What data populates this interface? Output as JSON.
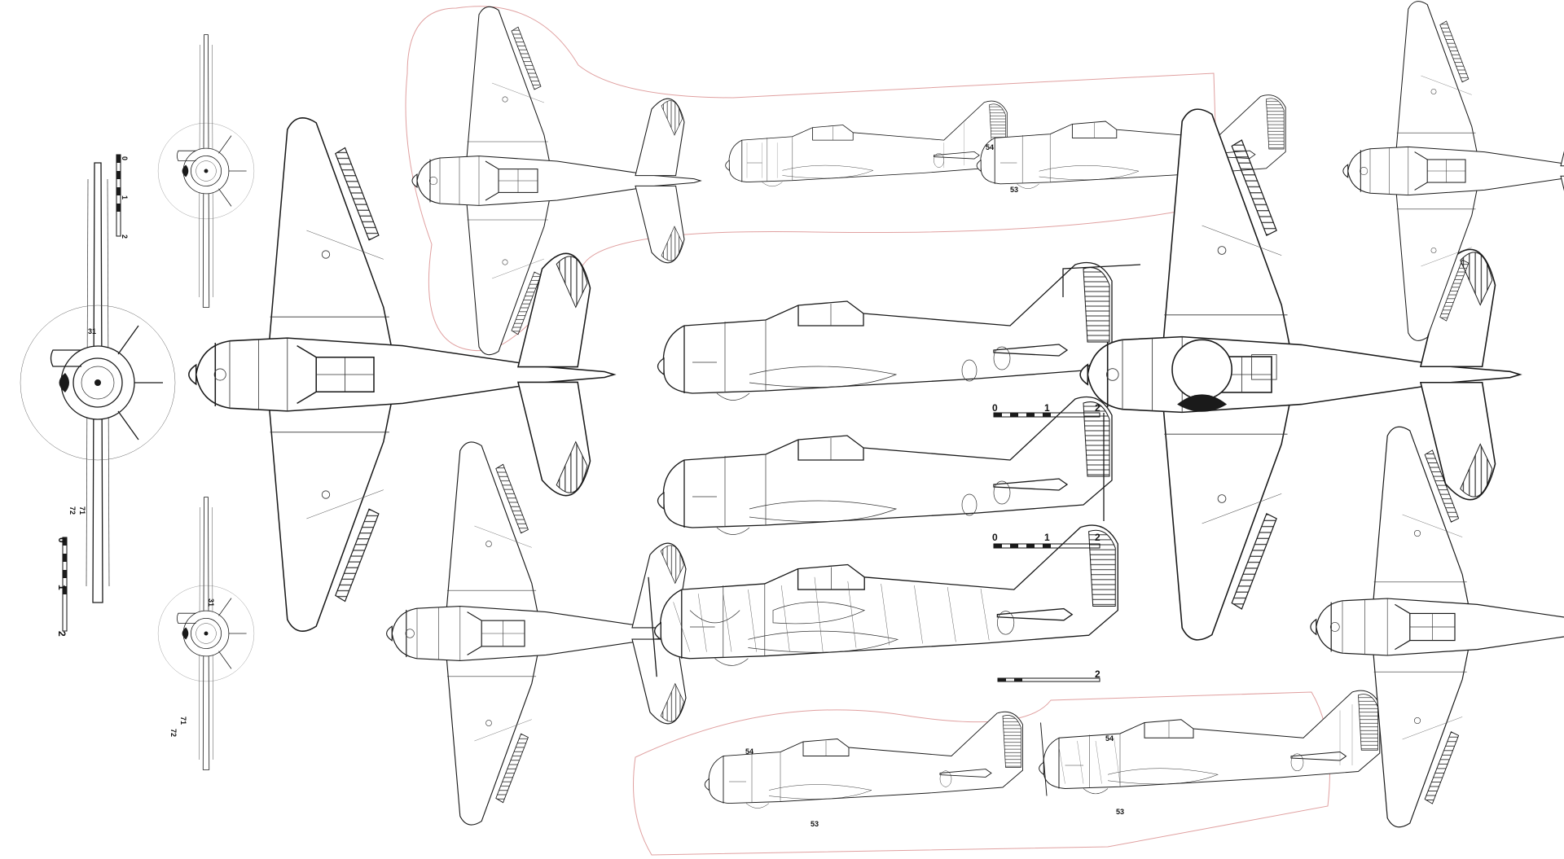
{
  "labels": {
    "n31": "31",
    "n54": "54",
    "n53": "53",
    "n71": "71",
    "n72": "72"
  },
  "scale": {
    "t0": "0",
    "t1": "1",
    "t2": "2"
  },
  "colors": {
    "line": "#1a1a1a",
    "outline": "#e0a0a0",
    "background": "#ffffff"
  }
}
